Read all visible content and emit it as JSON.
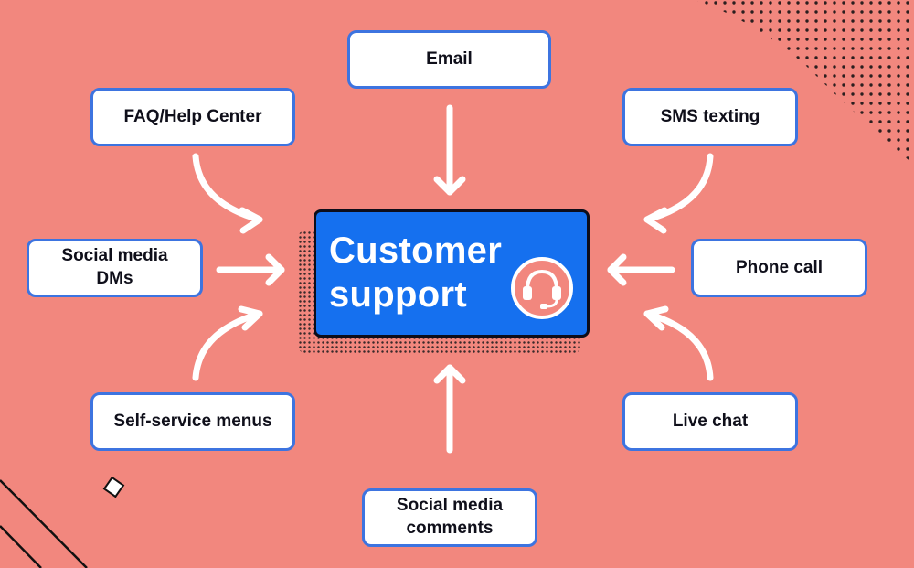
{
  "center": {
    "title": "Customer\nsupport",
    "icon": "headset-icon"
  },
  "channels": [
    {
      "id": "email",
      "label": "Email"
    },
    {
      "id": "faq-help-center",
      "label": "FAQ/Help Center"
    },
    {
      "id": "sms-texting",
      "label": "SMS texting"
    },
    {
      "id": "social-media-dms",
      "label": "Social media\nDMs"
    },
    {
      "id": "phone-call",
      "label": "Phone call"
    },
    {
      "id": "self-service-menus",
      "label": "Self-service menus"
    },
    {
      "id": "live-chat",
      "label": "Live chat"
    },
    {
      "id": "social-media-comments",
      "label": "Social media\ncomments"
    }
  ],
  "colors": {
    "background": "#f2877e",
    "node_border": "#3d74e0",
    "center_fill": "#1570ef",
    "arrow": "#ffffff"
  }
}
